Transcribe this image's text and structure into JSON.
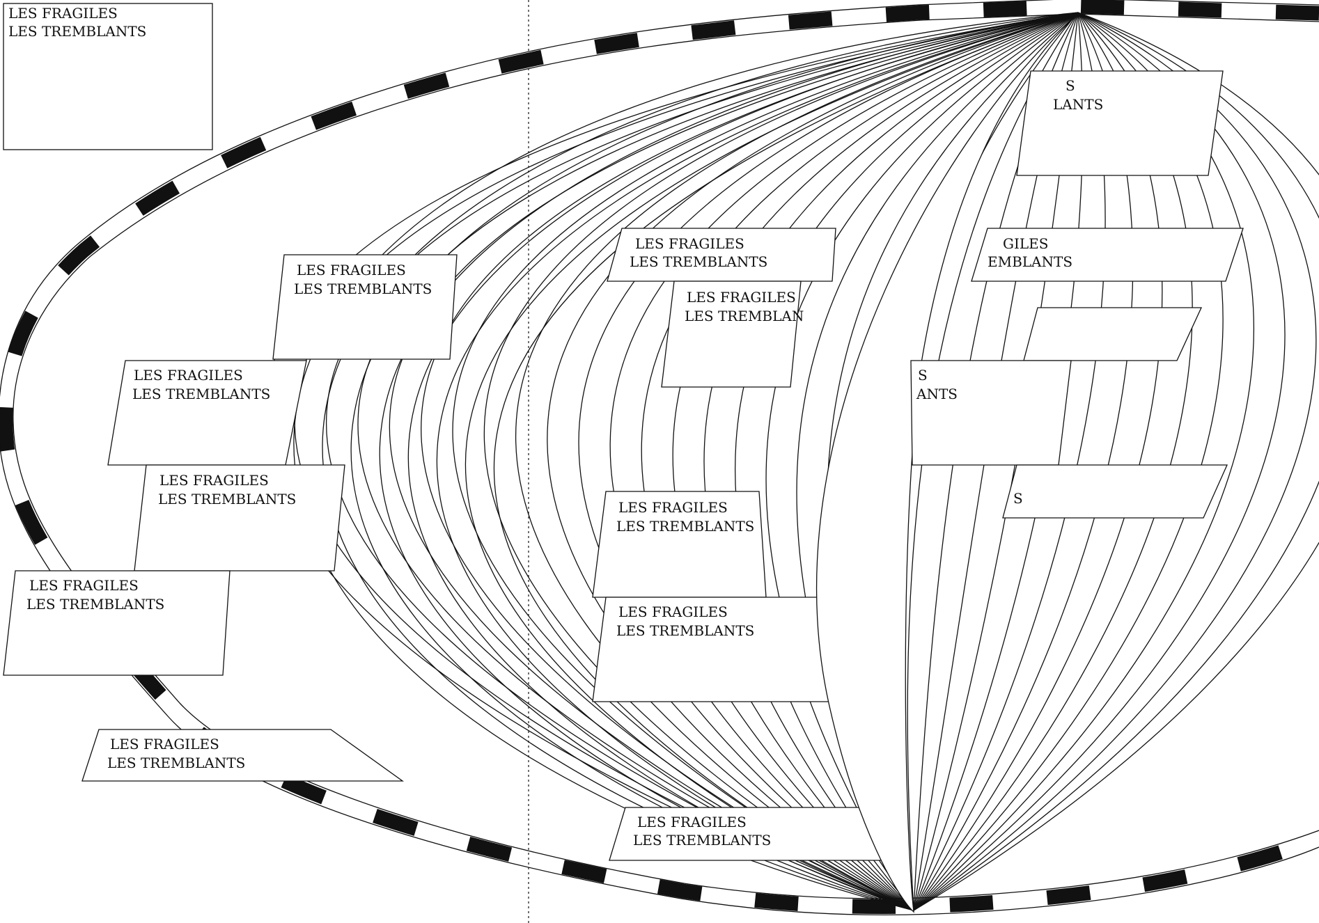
{
  "colors": {
    "ink": "#111111",
    "paper": "#ffffff"
  },
  "labels": {
    "corner_box": {
      "line1": "LES FRAGILES",
      "line2": "LES TREMBLANTS"
    },
    "card_1": {
      "line1": "LES FRAGILES",
      "line2": "LES TREMBLANTS"
    },
    "card_2": {
      "line1": "LES FRAGILES",
      "line2": "LES TREMBLANTS"
    },
    "card_3": {
      "line1": "LES FRAGILES",
      "line2": "LES TREMBLANTS"
    },
    "card_4": {
      "line1": "LES FRAGILES",
      "line2": "LES TREMBLANTS"
    },
    "card_5": {
      "line1": "LES FRAGILES",
      "line2": "LES TREMBLANTS"
    },
    "card_6": {
      "line1": "LES FRAGILES",
      "line2": "LES TREMBLANTS"
    },
    "card_7": {
      "line1": "LES FRAGILES",
      "line2": "LES TREMBLAN"
    },
    "card_8": {
      "line1": "LES FRAGILES",
      "line2": "LES TREMBLANTS"
    },
    "card_9": {
      "line1": "LES FRAGILES",
      "line2": "LES TREMBLANTS"
    },
    "card_10": {
      "line1": "LES FRAGILES",
      "line2": "LES TREMBLANTS"
    },
    "card_11": {
      "line1": "S",
      "line2": "LANTS"
    },
    "card_12": {
      "line1": "GILES",
      "line2": "EMBLANTS"
    },
    "card_13": {
      "line1": "S",
      "line2": "ANTS"
    },
    "card_14": {
      "line1": "S",
      "line2": ""
    }
  }
}
